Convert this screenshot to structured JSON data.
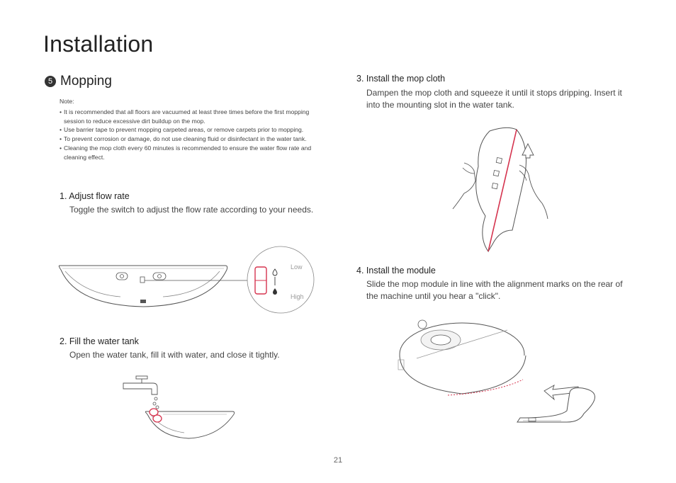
{
  "page": {
    "title": "Installation",
    "page_number": "21"
  },
  "section": {
    "number": "5",
    "title": "Mopping"
  },
  "note": {
    "heading": "Note:",
    "items": [
      "It is recommended that all floors are vacuumed at least three times before the first mopping session to reduce excessive dirt buildup on the mop.",
      "Use barrier tape to prevent mopping carpeted areas, or remove carpets prior to mopping.",
      "To prevent corrosion or damage, do not use cleaning fluid or disinfectant in the water tank.",
      "Cleaning the mop cloth every 60 minutes is recommended to ensure the water flow rate and cleaning effect."
    ]
  },
  "steps": [
    {
      "title": "1. Adjust flow rate",
      "desc": "Toggle the switch to adjust the flow rate according to your needs."
    },
    {
      "title": "2. Fill the water tank",
      "desc": "Open the water tank, fill it with water, and close it tightly."
    },
    {
      "title": "3. Install the mop cloth",
      "desc": "Dampen the mop cloth and squeeze it until it stops dripping. Insert it into the mounting slot in the water tank."
    },
    {
      "title": "4. Install the module",
      "desc": "Slide the mop module in line with the alignment marks on the rear of the machine until you hear a \"click\"."
    }
  ],
  "flow_switch": {
    "low_label": "Low",
    "high_label": "High"
  },
  "colors": {
    "accent": "#d6344f",
    "line": "#555555",
    "text": "#333333"
  }
}
